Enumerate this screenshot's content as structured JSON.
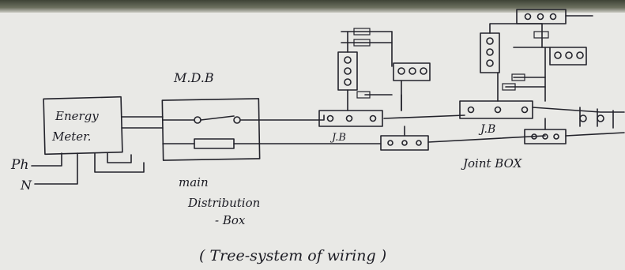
{
  "labels": {
    "ph": "Ph",
    "n": "N",
    "energy_meter_line1": "Energy",
    "energy_meter_line2": "Meter.",
    "mdb": "M.D.B",
    "main_line1": "main",
    "main_line2": "Distribution",
    "main_line3": "- Box",
    "jb_left": "J.B",
    "jb_right": "J.B",
    "joint_box": "Joint BOX",
    "caption": "( Tree-system of wiring )"
  },
  "colors": {
    "paper": "#e9e9e6",
    "ink": "#23232b"
  }
}
